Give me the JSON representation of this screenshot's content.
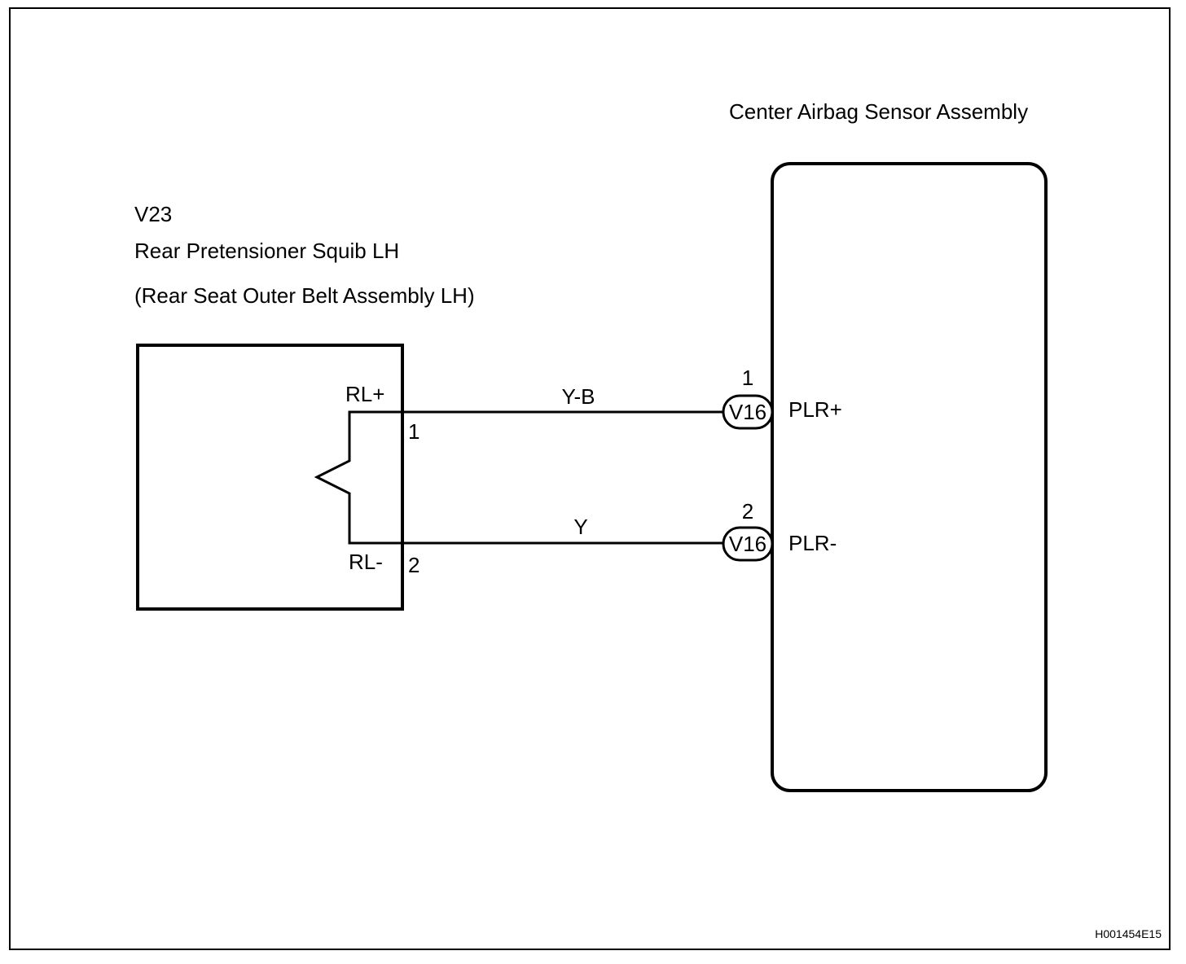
{
  "ecu": {
    "title": "Center Airbag Sensor Assembly"
  },
  "squib": {
    "code": "V23",
    "name": "Rear Pretensioner Squib LH",
    "sub": "(Rear Seat Outer Belt Assembly LH)"
  },
  "wires": [
    {
      "color": "Y-B",
      "squib_pin": "1",
      "squib_term": "RL+",
      "ecu_pin": "1",
      "connector": "V16",
      "ecu_term": "PLR+"
    },
    {
      "color": "Y",
      "squib_pin": "2",
      "squib_term": "RL-",
      "ecu_pin": "2",
      "connector": "V16",
      "ecu_term": "PLR-"
    }
  ],
  "figure_code": "H001454E15"
}
